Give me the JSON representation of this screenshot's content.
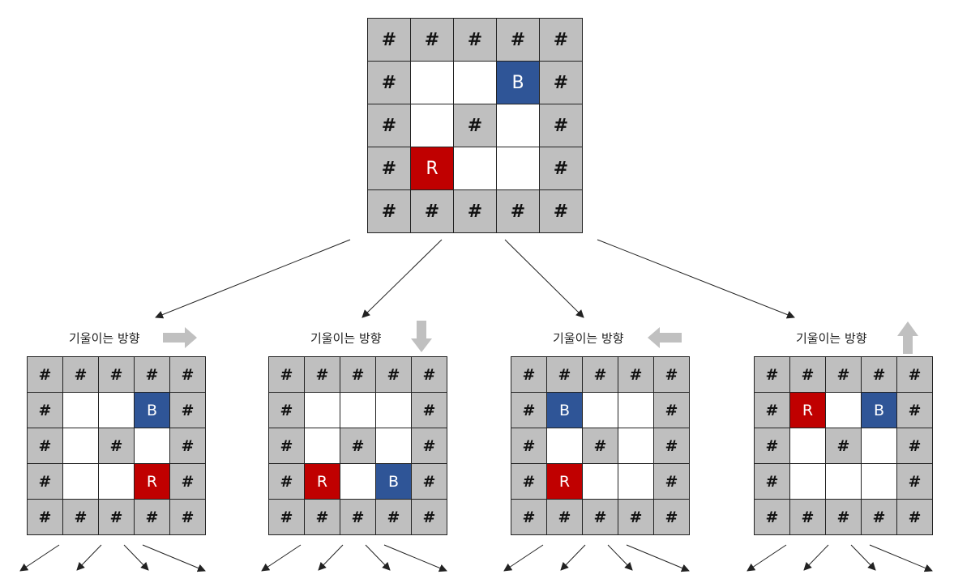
{
  "symbols": {
    "wall": "#",
    "red": "R",
    "blue": "B"
  },
  "root": {
    "rows": [
      "#####",
      "#..B#",
      "#.#.#",
      "#R..#",
      "#####"
    ]
  },
  "children": [
    {
      "label": "기울이는 방향",
      "direction": "right",
      "rows": [
        "#####",
        "#..B#",
        "#.#.#",
        "#..R#",
        "#####"
      ]
    },
    {
      "label": "기울이는 방향",
      "direction": "down",
      "rows": [
        "#####",
        "#...#",
        "#.#.#",
        "#R.B#",
        "#####"
      ]
    },
    {
      "label": "기울이는 방향",
      "direction": "left",
      "rows": [
        "#####",
        "#B..#",
        "#.#.#",
        "#R..#",
        "#####"
      ]
    },
    {
      "label": "기울이는 방향",
      "direction": "up",
      "rows": [
        "#####",
        "#R.B#",
        "#.#.#",
        "#...#",
        "#####"
      ]
    }
  ],
  "colors": {
    "wall": "#bfbfbf",
    "red": "#c00000",
    "blue": "#2f5597",
    "tilt_arrow": "#c0c0c0",
    "edge": "#222222"
  }
}
